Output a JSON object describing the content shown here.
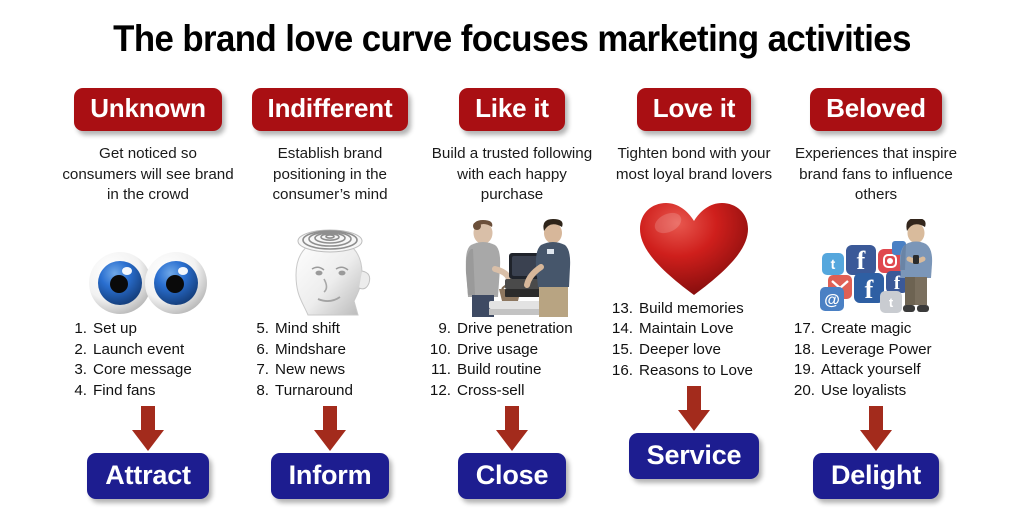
{
  "title": "The brand love curve focuses marketing activities",
  "colors": {
    "stage_pill_bg": "#A90F13",
    "action_pill_bg": "#1D1D90",
    "arrow": "#A32B1C",
    "text": "#111111",
    "background": "#FFFFFF"
  },
  "columns": [
    {
      "stage": "Unknown",
      "description": "Get noticed so consumers will see brand in the crowd",
      "icon": "blue-eyes-icon",
      "steps": [
        {
          "num": "1.",
          "label": "Set up"
        },
        {
          "num": "2.",
          "label": "Launch event"
        },
        {
          "num": "3.",
          "label": "Core message"
        },
        {
          "num": "4.",
          "label": "Find fans"
        }
      ],
      "arrow": "down-arrow-icon",
      "action": "Attract"
    },
    {
      "stage": "Indifferent",
      "description": "Establish brand positioning in the consumer’s mind",
      "icon": "head-with-maze-icon",
      "steps": [
        {
          "num": "5.",
          "label": "Mind shift"
        },
        {
          "num": "6.",
          "label": "Mindshare"
        },
        {
          "num": "7.",
          "label": "New news"
        },
        {
          "num": "8.",
          "label": "Turnaround"
        }
      ],
      "arrow": "down-arrow-icon",
      "action": "Inform"
    },
    {
      "stage": "Like it",
      "description": "Build a trusted following with each happy purchase",
      "icon": "checkout-counter-icon",
      "steps": [
        {
          "num": "9.",
          "label": "Drive penetration"
        },
        {
          "num": "10.",
          "label": "Drive usage"
        },
        {
          "num": "11.",
          "label": "Build routine"
        },
        {
          "num": "12.",
          "label": "Cross-sell"
        }
      ],
      "arrow": "down-arrow-icon",
      "action": "Close"
    },
    {
      "stage": "Love it",
      "description": "Tighten bond with your most loyal brand lovers",
      "icon": "red-heart-icon",
      "steps": [
        {
          "num": "13.",
          "label": "Build memories"
        },
        {
          "num": "14.",
          "label": "Maintain Love"
        },
        {
          "num": "15.",
          "label": "Deeper love"
        },
        {
          "num": "16.",
          "label": "Reasons to Love"
        }
      ],
      "arrow": "down-arrow-icon",
      "action": "Service"
    },
    {
      "stage": "Beloved",
      "description": "Experiences that inspire brand fans to influence others",
      "icon": "social-media-icons-person-icon",
      "steps": [
        {
          "num": "17.",
          "label": "Create magic"
        },
        {
          "num": "18.",
          "label": "Leverage Power"
        },
        {
          "num": "19.",
          "label": "Attack yourself"
        },
        {
          "num": "20.",
          "label": "Use loyalists"
        }
      ],
      "arrow": "down-arrow-icon",
      "action": "Delight"
    }
  ]
}
